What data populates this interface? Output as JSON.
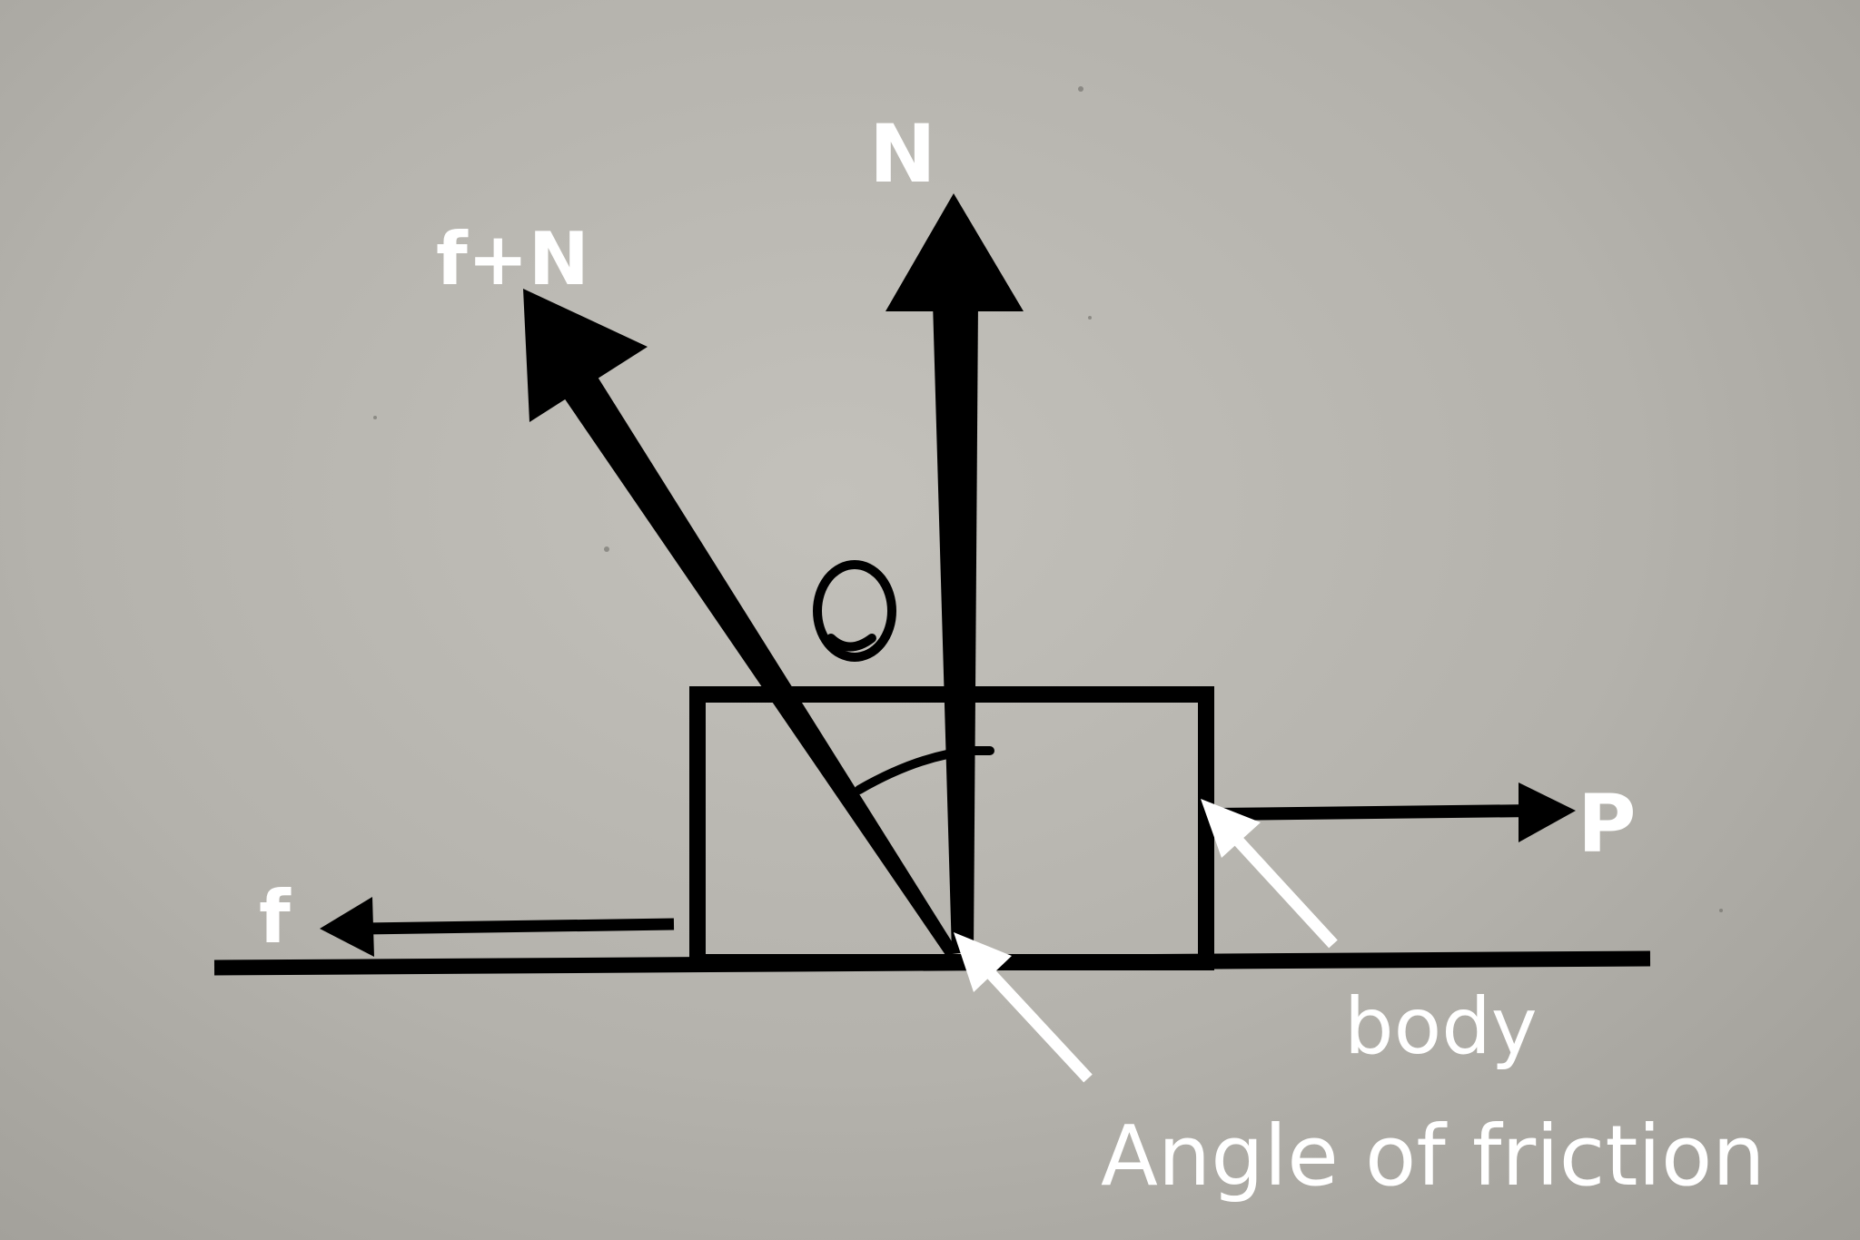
{
  "labels": {
    "normal": "N",
    "resultant": "f+N",
    "friction": "f",
    "push": "P",
    "body": "body",
    "angle_of_friction": "Angle of friction"
  },
  "colors": {
    "ink": "#000000",
    "label": "#ffffff",
    "background": "#b4b2ac"
  }
}
